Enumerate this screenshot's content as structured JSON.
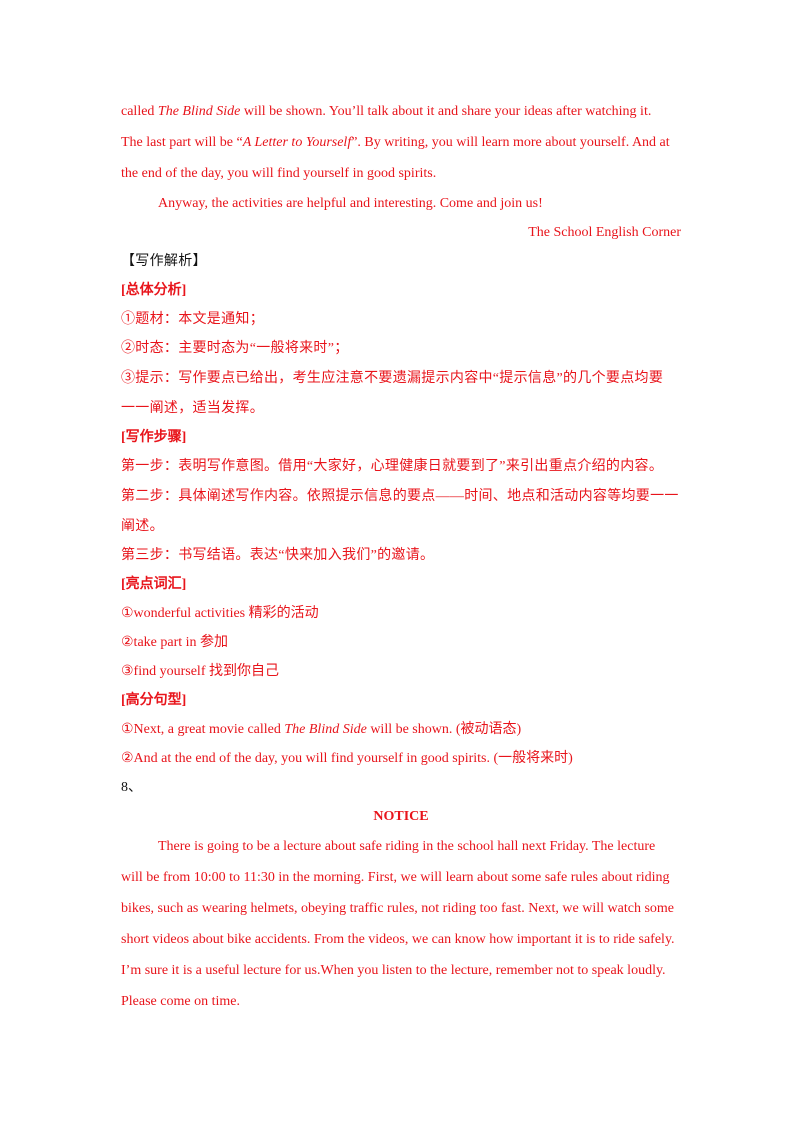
{
  "section7": {
    "p1_a": "called ",
    "p1_movie": "The Blind Side",
    "p1_b": "  will be shown. You’ll talk about it and share your ideas after watching it.",
    "p2_a": "The last part will be “",
    "p2_letter": "A Letter to Yourself",
    "p2_b": "”. By writing, you will learn more about yourself. And at",
    "p3": "the end of the day, you will find yourself in good spirits.",
    "p4": "Anyway, the activities are helpful and interesting. Come and join us!",
    "signature": "The School English Corner",
    "analysis_title": "【写作解析】",
    "overall_heading": "[总体分析]",
    "overall_items": [
      "①题材：本文是通知；",
      "②时态：主要时态为“一般将来时”；",
      "③提示：写作要点已给出，考生应注意不要遗漏提示内容中“提示信息”的几个要点均要",
      "一一阐述，适当发挥。"
    ],
    "steps_heading": "[写作步骤]",
    "steps": [
      "第一步：表明写作意图。借用“大家好，心理健康日就要到了”来引出重点介绍的内容。",
      "第二步：具体阐述写作内容。依照提示信息的要点——时间、地点和活动内容等均要一一",
      "阐述。",
      "第三步：书写结语。表达“快来加入我们”的邀请。"
    ],
    "vocab_heading": "[亮点词汇]",
    "vocab": [
      "①wonderful activities 精彩的活动",
      "②take part in 参加",
      "③find yourself 找到你自己"
    ],
    "sentences_heading": "[高分句型]",
    "sentence1_a": "①Next, a great movie called ",
    "sentence1_movie": "The Blind Side",
    "sentence1_b": "  will be shown. (被动语态)",
    "sentence2": "②And at the end of the day, you will find yourself in good spirits. (一般将来时)"
  },
  "section8": {
    "number": "8、",
    "title": "NOTICE",
    "lines": [
      "There is going to be a lecture about safe riding in the school hall next Friday. The lecture",
      "will be from 10:00 to 11:30 in the morning. First, we will learn about some safe rules about riding",
      "bikes, such as wearing helmets, obeying traffic rules, not riding too fast. Next, we will watch some",
      "short videos about bike accidents. From the videos, we can know how important it is to ride safely.",
      "I’m sure it is a useful lecture for us.When you listen to the lecture, remember not to speak loudly.",
      "Please come on time."
    ]
  }
}
